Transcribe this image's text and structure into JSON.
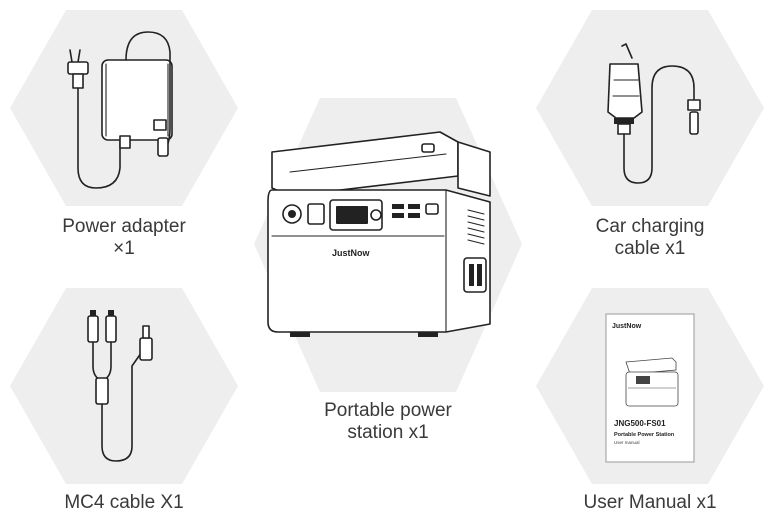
{
  "items": {
    "adapter": {
      "line1": "Power adapter",
      "line2": "×1"
    },
    "car_cable": {
      "line1": "Car charging",
      "line2": "cable x1"
    },
    "station": {
      "line1": "Portable power",
      "line2": "station x1",
      "brand": "JustNow"
    },
    "mc4": {
      "line1": "MC4 cable X1"
    },
    "manual": {
      "line1": "User Manual x1",
      "brand": "JustNow",
      "model": "JNG500-FS01",
      "product": "Portable Power Station",
      "subtitle": "User manual"
    }
  },
  "colors": {
    "background": "#ffffff",
    "hexagon": "#eeeeee",
    "line": "#222222",
    "text": "#3a3a3a"
  },
  "icons": [
    "power-adapter-icon",
    "car-charging-cable-icon",
    "power-station-icon",
    "mc4-cable-icon",
    "user-manual-icon"
  ]
}
